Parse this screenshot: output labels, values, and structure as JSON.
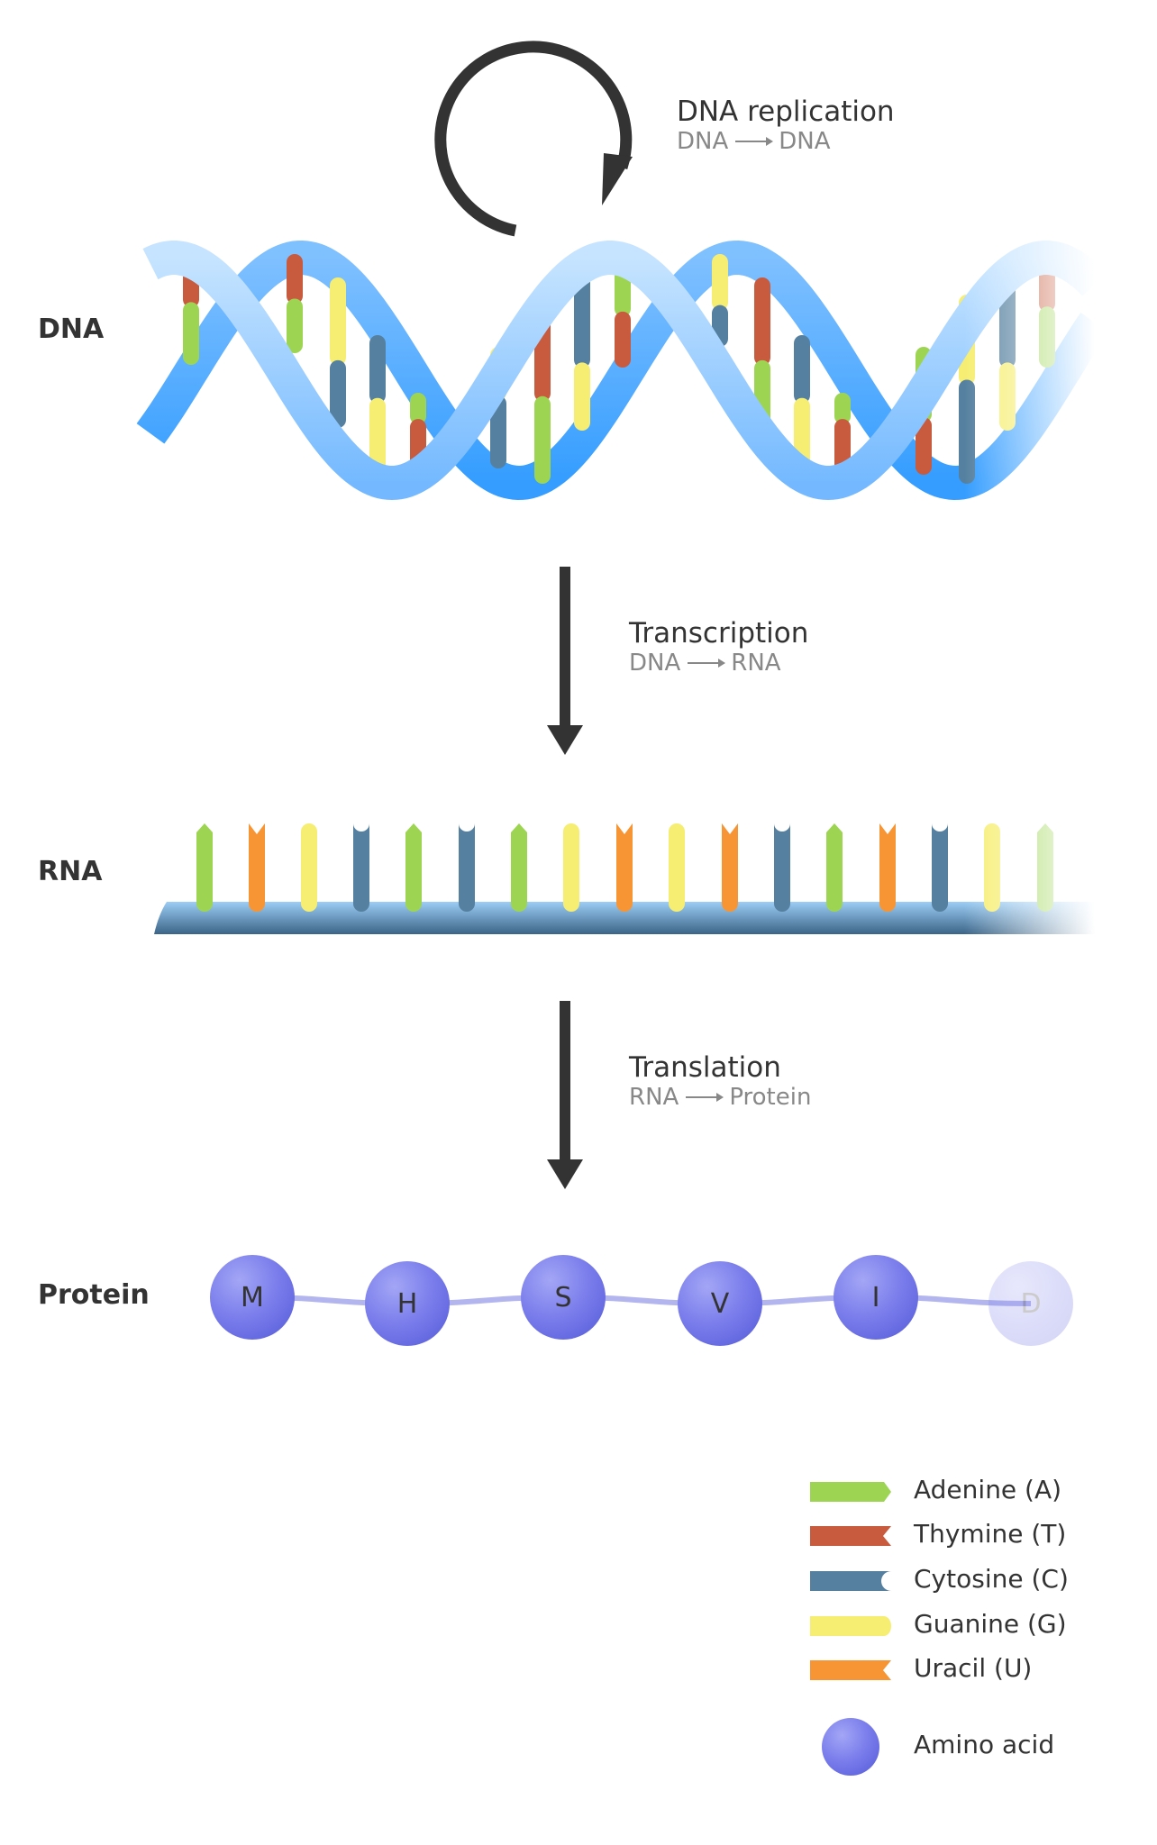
{
  "colors": {
    "adenine": "#9dd553",
    "thymine": "#c85a3d",
    "cytosine": "#55809f",
    "guanine": "#f6ee72",
    "uracil": "#f79534",
    "amino_acid": "#7276e8",
    "helix": "#6ab4ff",
    "arrow": "#333333"
  },
  "replication": {
    "title": "DNA replication",
    "from": "DNA",
    "to": "DNA"
  },
  "transcription": {
    "title": "Transcription",
    "from": "DNA",
    "to": "RNA"
  },
  "translation": {
    "title": "Translation",
    "from": "RNA",
    "to": "Protein"
  },
  "labels": {
    "dna": "DNA",
    "rna": "RNA",
    "protein": "Protein"
  },
  "dna_pairs": [
    "TA",
    "TA",
    "GC",
    "CG",
    "AT",
    "GC",
    "TA",
    "CG",
    "AT",
    "GC",
    "TA",
    "CG",
    "AT",
    "AT",
    "GC",
    "CG",
    "TA"
  ],
  "rna_sequence": [
    "A",
    "U",
    "G",
    "C",
    "A",
    "C",
    "A",
    "G",
    "U",
    "G",
    "U",
    "C",
    "A",
    "U",
    "C",
    "G",
    "A"
  ],
  "protein_sequence": [
    "M",
    "H",
    "S",
    "V",
    "I",
    "D"
  ],
  "legend": [
    {
      "label": "Adenine (A)",
      "base": "A"
    },
    {
      "label": "Thymine (T)",
      "base": "T"
    },
    {
      "label": "Cytosine (C)",
      "base": "C"
    },
    {
      "label": "Guanine (G)",
      "base": "G"
    },
    {
      "label": "Uracil (U)",
      "base": "U"
    },
    {
      "label": "Amino acid",
      "base": "amino"
    }
  ]
}
